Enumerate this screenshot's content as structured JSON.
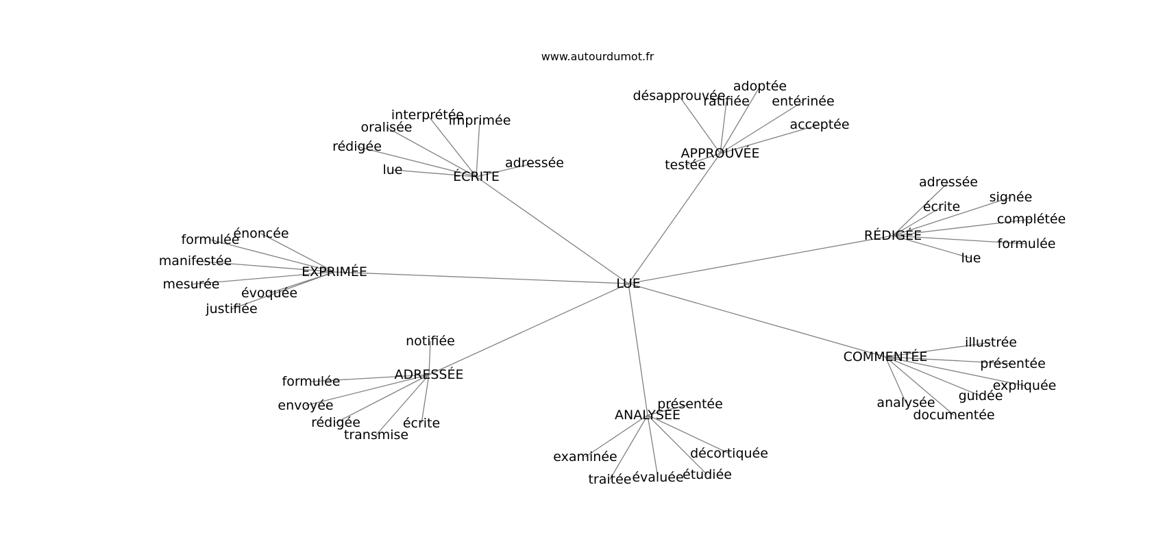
{
  "source_label": "www.autourdumot.fr",
  "root": "LUE",
  "groups": [
    {
      "word": "ÉCRITE",
      "children": [
        "interprétée",
        "imprimée",
        "oralisée",
        "rédigée",
        "lue",
        "adressée"
      ]
    },
    {
      "word": "APPROUVÉE",
      "children": [
        "désapprouvée",
        "adoptée",
        "ratifiée",
        "entérinée",
        "acceptée",
        "testée"
      ]
    },
    {
      "word": "RÉDIGÉE",
      "children": [
        "adressée",
        "écrite",
        "signée",
        "complétée",
        "formulée",
        "lue"
      ]
    },
    {
      "word": "COMMENTÉE",
      "children": [
        "illustrée",
        "présentée",
        "expliquée",
        "guidée",
        "analysée",
        "documentée"
      ]
    },
    {
      "word": "ANALYSÉE",
      "children": [
        "présentée",
        "examinée",
        "décortiquée",
        "traitée",
        "évaluée",
        "étudiée"
      ]
    },
    {
      "word": "ADRESSÉE",
      "children": [
        "notifiée",
        "formulée",
        "envoyée",
        "rédigée",
        "écrite",
        "transmise"
      ]
    },
    {
      "word": "EXPRIMÉE",
      "children": [
        "énoncée",
        "formulée",
        "manifestée",
        "mesurée",
        "évoquée",
        "justifiée"
      ]
    }
  ]
}
